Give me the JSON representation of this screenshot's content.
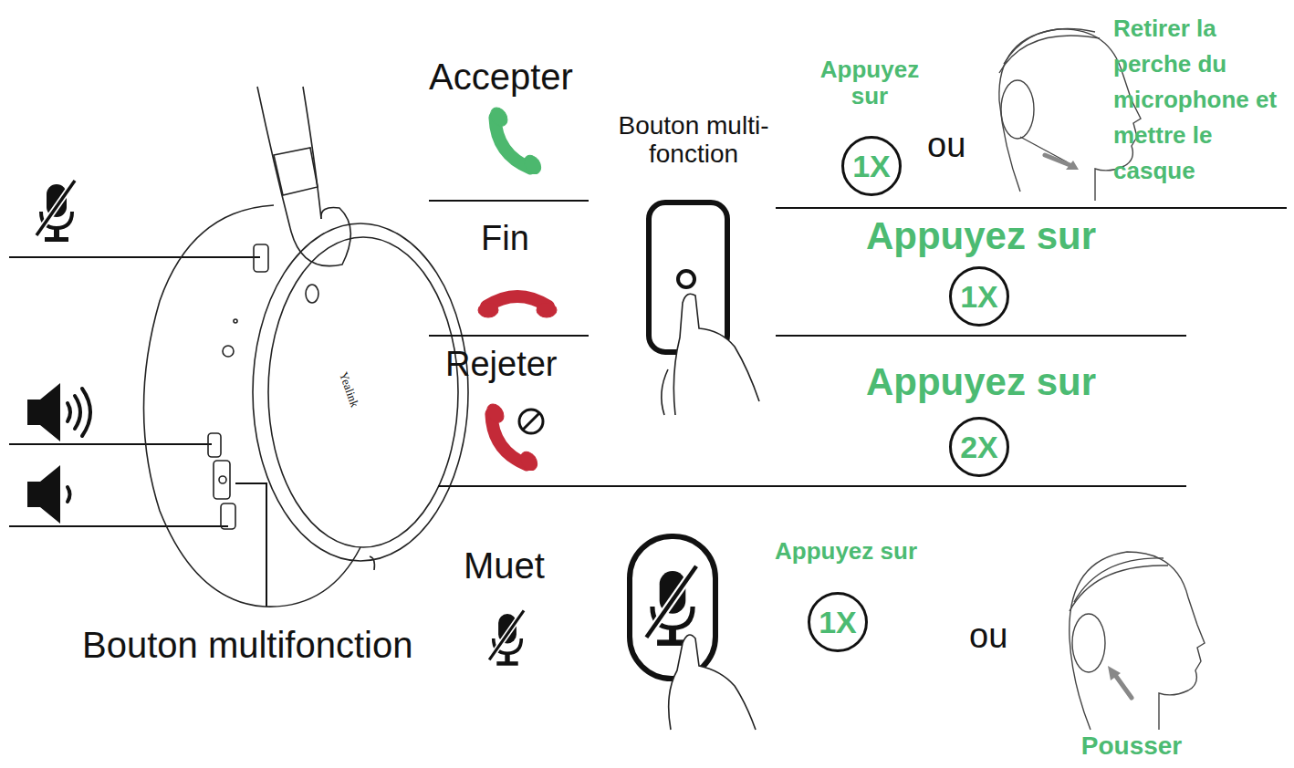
{
  "diagram": {
    "nodes": [
      {
        "text": [
          "1X"
        ]
      },
      {
        "text": [
          "1X"
        ]
      },
      {
        "text": [
          "2X"
        ]
      },
      {
        "text": [
          "1X"
        ]
      }
    ],
    "labels": [
      "Accepter",
      "Bouton multi- fonction",
      "Appuyez sur",
      "ou",
      "Retirer la perche du microphone et mettre le casque",
      "Fin",
      "Appuyez sur",
      "Rejeter",
      "Appuyez sur",
      "Muet",
      "Appuyez sur",
      "ou",
      "Pousser",
      "Bouton multifonction",
      "Yealink"
    ]
  }
}
